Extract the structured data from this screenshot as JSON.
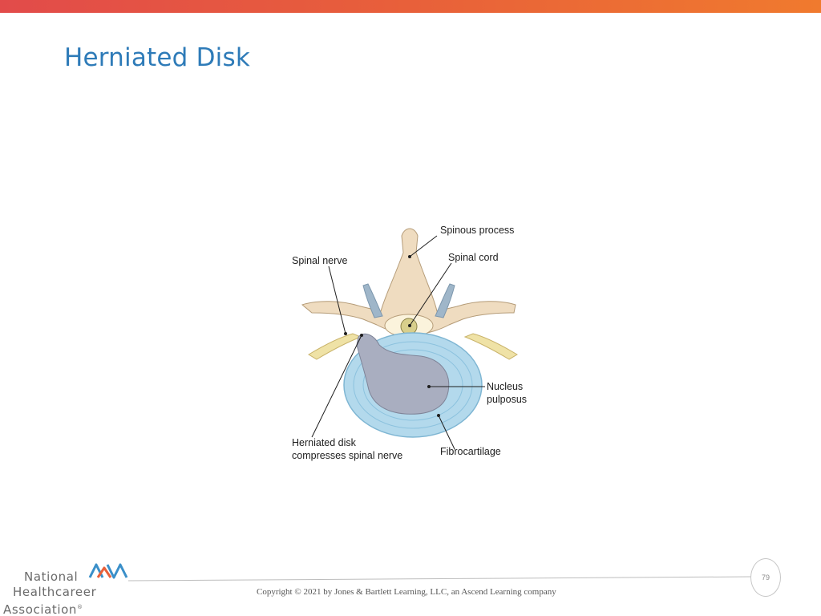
{
  "slide": {
    "title": "Herniated Disk",
    "page_number": "79",
    "copyright": "Copyright © 2021 by Jones & Bartlett Learning, LLC, an Ascend Learning company"
  },
  "diagram": {
    "labels": {
      "spinous_process": "Spinous process",
      "spinal_nerve": "Spinal nerve",
      "spinal_cord": "Spinal cord",
      "nucleus": "Nucleus",
      "pulposus": "pulposus",
      "herniated_line1": "Herniated disk",
      "herniated_line2": "compresses spinal nerve",
      "fibrocartilage": "Fibrocartilage"
    }
  },
  "logo": {
    "line1": "National",
    "line2": "Healthcareer",
    "line3": "Association",
    "reg": "®"
  },
  "colors": {
    "accent_red": "#e24b4a",
    "accent_orange": "#f07a2e",
    "title_blue": "#2e7bb8",
    "logo_blue": "#3a8fc9",
    "logo_orange": "#e8603a"
  }
}
